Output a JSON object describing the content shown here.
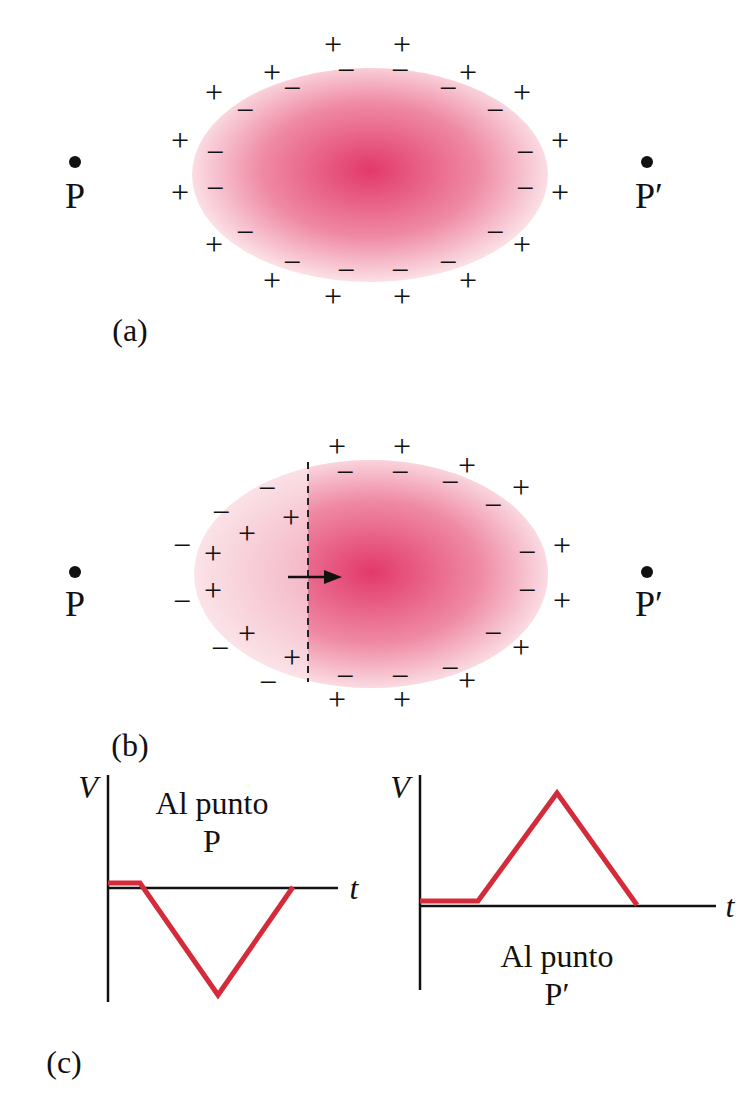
{
  "diagram": {
    "labels": [
      "P",
      "P′",
      "(a)",
      "+",
      "+",
      "+",
      "+",
      "+",
      "+",
      "+",
      "+",
      "+",
      "+",
      "+",
      "+",
      "+",
      "+",
      "+",
      "+",
      "−",
      "−",
      "−",
      "−",
      "−",
      "−",
      "−",
      "−",
      "−",
      "−",
      "−",
      "−",
      "−",
      "−",
      "−",
      "−",
      "P",
      "P′",
      "(b)",
      "+",
      "+",
      "+",
      "+",
      "+",
      "+",
      "+",
      "+",
      "+",
      "+",
      "+",
      "+",
      "+",
      "+",
      "+",
      "+",
      "−",
      "−",
      "−",
      "−",
      "−",
      "−",
      "−",
      "−",
      "−",
      "−",
      "−",
      "−",
      "−",
      "−",
      "−",
      "−",
      "V",
      "Al punto P",
      "t",
      "V",
      "Al punto P′",
      "t",
      "(c)"
    ]
  }
}
